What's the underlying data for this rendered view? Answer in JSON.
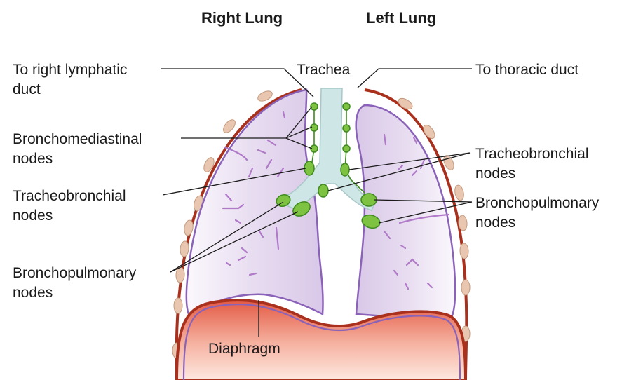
{
  "headers": {
    "right_lung": "Right Lung",
    "left_lung": "Left Lung"
  },
  "labels": {
    "trachea": "Trachea",
    "to_right_lymphatic_line1": "To right lymphatic",
    "to_right_lymphatic_line2": "duct",
    "to_thoracic_duct": "To thoracic duct",
    "bronchomediastinal_line1": "Bronchomediastinal",
    "bronchomediastinal_line2": "nodes",
    "tracheobronchial_left_line1": "Tracheobronchial",
    "tracheobronchial_left_line2": "nodes",
    "tracheobronchial_right_line1": "Tracheobronchial",
    "tracheobronchial_right_line2": "nodes",
    "bronchopulmonary_left_line1": "Bronchopulmonary",
    "bronchopulmonary_left_line2": "nodes",
    "bronchopulmonary_right_line1": "Bronchopulmonary",
    "bronchopulmonary_right_line2": "nodes",
    "diaphragm": "Diaphragm"
  },
  "colors": {
    "lung_fill": "#e9e0f0",
    "lung_outline": "#8a62b8",
    "chest_wall": "#a8301c",
    "diaphragm_top": "#e35a44",
    "diaphragm_bottom": "#fde8e0",
    "trachea_fill": "#cfe6e6",
    "node_green": "#7ec242"
  }
}
